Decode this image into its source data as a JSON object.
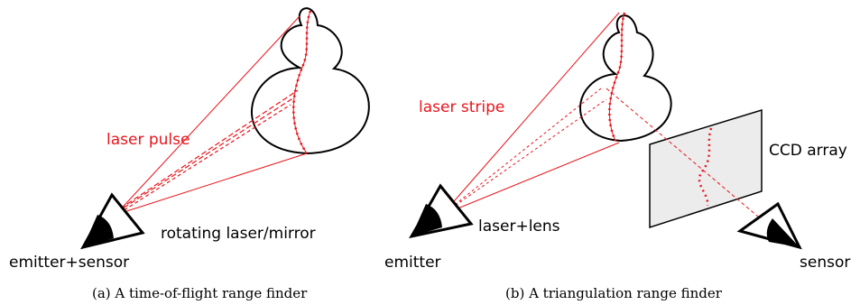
{
  "colors": {
    "laser": "#e8141b",
    "outline": "#000000",
    "ccd_fill": "#ececec",
    "background": "#ffffff"
  },
  "panel_a": {
    "laser_label": "laser pulse",
    "device_label": "rotating laser/mirror",
    "emitter_label": "emitter+sensor",
    "caption": "(a) A time-of-flight range finder"
  },
  "panel_b": {
    "laser_label": "laser stripe",
    "ccd_label": "CCD array",
    "lens_label": "laser+lens",
    "emitter_label": "emitter",
    "sensor_label": "sensor",
    "caption": "(b) A triangulation range finder"
  }
}
